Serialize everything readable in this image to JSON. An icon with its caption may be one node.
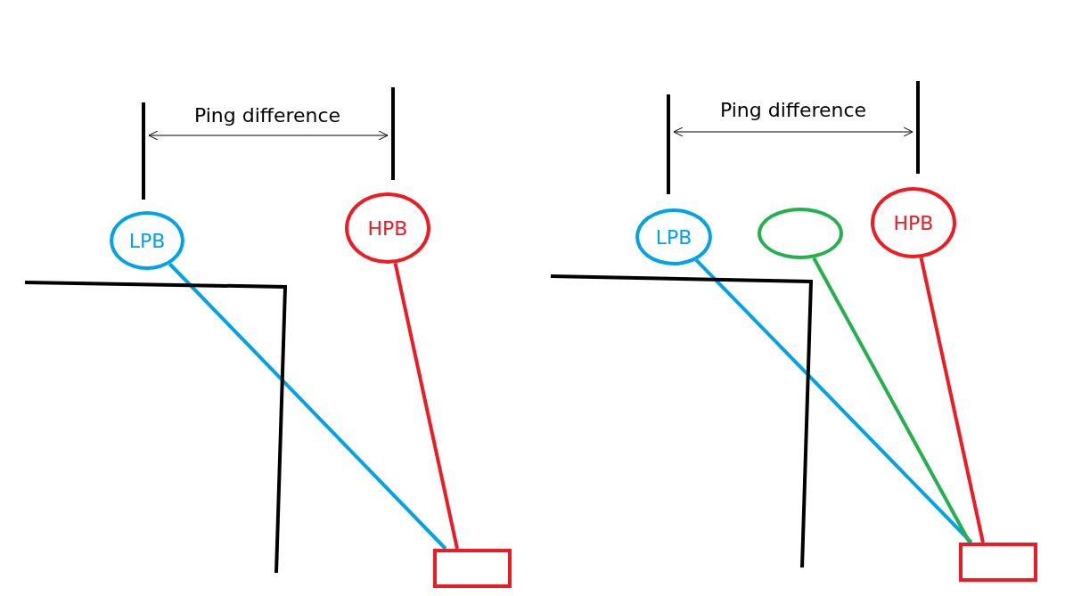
{
  "diagram": {
    "nodes": [
      {
        "text": [
          "LPB"
        ]
      },
      {
        "text": [
          "HPB"
        ]
      },
      {
        "text": [],
        "shape": "box"
      },
      {
        "text": [
          "LPB"
        ]
      },
      {
        "text": [],
        "shape": "ellipse"
      },
      {
        "text": [
          "HPB"
        ]
      },
      {
        "text": [],
        "shape": "box"
      }
    ],
    "edges": [
      {
        "from": 0,
        "to": 2,
        "arrow": "none",
        "color": "#00a2e8"
      },
      {
        "from": 1,
        "to": 2,
        "arrow": "none",
        "color": "#ed1c24"
      },
      {
        "from": 3,
        "to": 6,
        "arrow": "none",
        "color": "#00a2e8"
      },
      {
        "from": 4,
        "to": 6,
        "arrow": "none",
        "color": "#22b14c"
      },
      {
        "from": 5,
        "to": 6,
        "arrow": "none",
        "color": "#ed1c24"
      }
    ],
    "labels": [
      "Ping difference",
      "Ping difference"
    ]
  }
}
